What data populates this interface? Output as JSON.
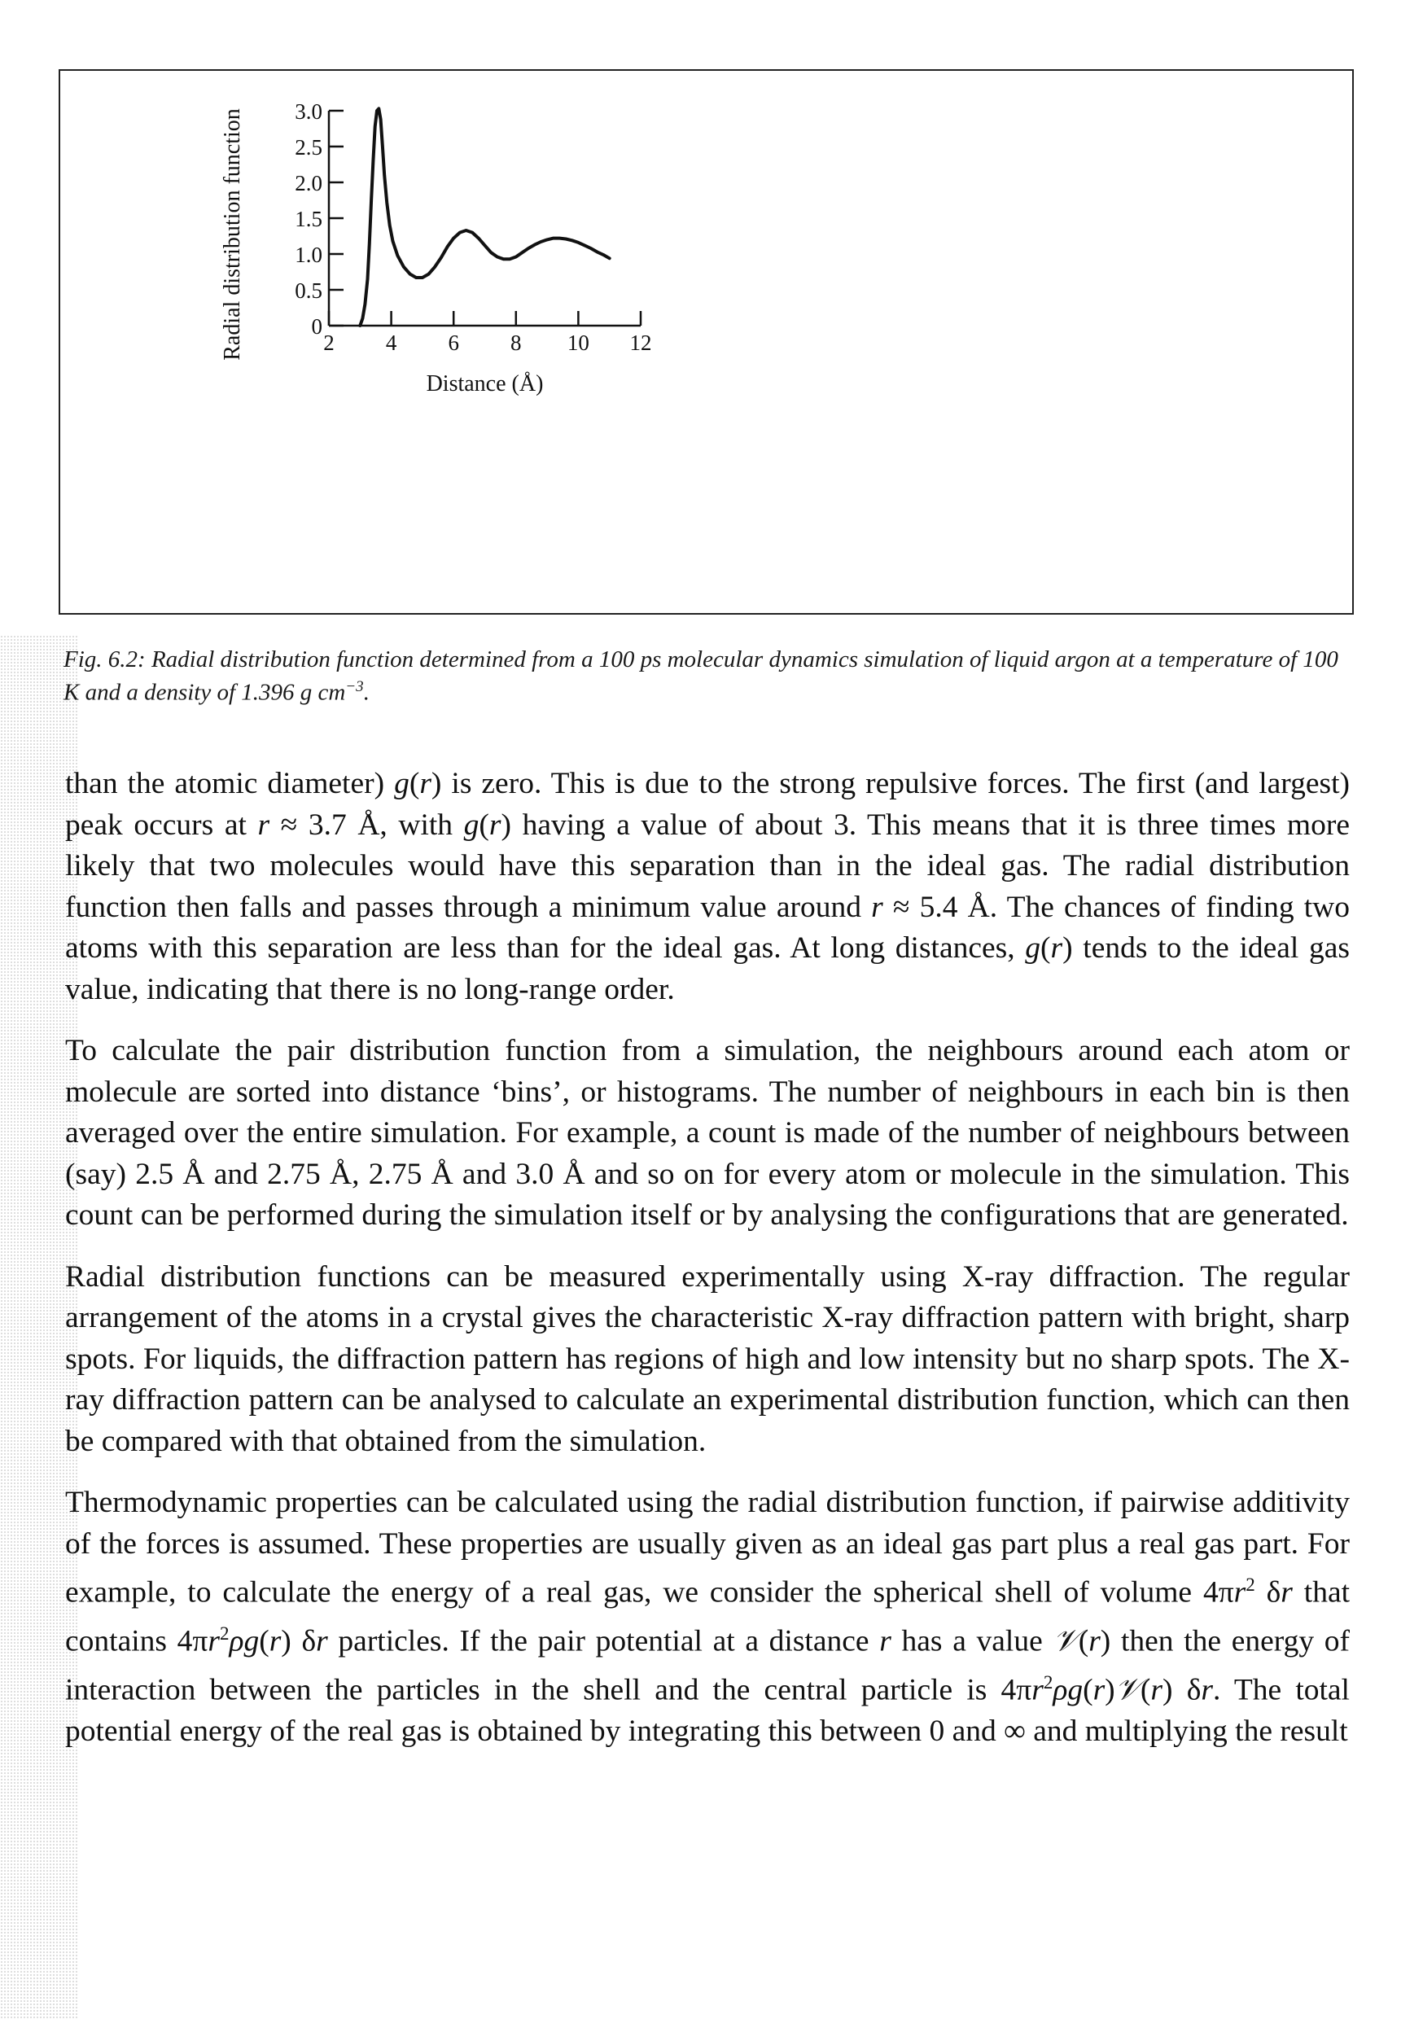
{
  "figure": {
    "caption_prefix": "Fig. 6.2:",
    "caption_body": "Radial distribution function determined from a 100 ps molecular dynamics simulation of liquid argon at a temperature of 100 K and a density of 1.396 g cm",
    "caption_sup": "−3",
    "caption_end": ".",
    "chart_data": {
      "type": "line",
      "xlabel": "Distance (Å)",
      "ylabel": "Radial distribution function",
      "xlim": [
        2,
        12
      ],
      "ylim": [
        0,
        3.0
      ],
      "x_ticks": [
        2,
        4,
        6,
        8,
        10,
        12
      ],
      "x_tick_labels": [
        "2",
        "4",
        "6",
        "8",
        "10",
        "12"
      ],
      "y_ticks": [
        0,
        0.5,
        1.0,
        1.5,
        2.0,
        2.5,
        3.0
      ],
      "y_tick_labels": [
        "0",
        "0.5",
        "1.0",
        "1.5",
        "2.0",
        "2.5",
        "3.0"
      ],
      "grid": false,
      "series": [
        {
          "x": [
            3.0,
            3.08,
            3.16,
            3.24,
            3.3,
            3.36,
            3.42,
            3.48,
            3.54,
            3.6,
            3.66,
            3.72,
            3.78,
            3.86,
            3.95,
            4.05,
            4.2,
            4.4,
            4.6,
            4.8,
            5.0,
            5.2,
            5.4,
            5.6,
            5.8,
            6.0,
            6.2,
            6.4,
            6.6,
            6.8,
            7.0,
            7.2,
            7.4,
            7.6,
            7.8,
            8.0,
            8.2,
            8.4,
            8.6,
            8.8,
            9.0,
            9.2,
            9.4,
            9.6,
            9.8,
            10.0,
            10.2,
            10.4,
            10.6,
            10.8,
            11.0,
            11.2,
            11.4,
            11.6,
            11.8,
            12.0
          ],
          "y": [
            0.0,
            0.1,
            0.3,
            0.65,
            1.15,
            1.75,
            2.3,
            2.78,
            3.0,
            3.03,
            2.88,
            2.5,
            2.1,
            1.72,
            1.4,
            1.18,
            0.98,
            0.82,
            0.72,
            0.67,
            0.67,
            0.72,
            0.82,
            0.95,
            1.1,
            1.22,
            1.3,
            1.33,
            1.3,
            1.22,
            1.12,
            1.02,
            0.96,
            0.93,
            0.93,
            0.96,
            1.02,
            1.08,
            1.13,
            1.17,
            1.2,
            1.22,
            1.22,
            1.21,
            1.19,
            1.16,
            1.12,
            1.08,
            1.03,
            0.99,
            0.94
          ]
        }
      ]
    }
  },
  "paragraphs": [
    {
      "segments": [
        {
          "t": "than the atomic diameter) "
        },
        {
          "t": "g",
          "i": true
        },
        {
          "t": "("
        },
        {
          "t": "r",
          "i": true
        },
        {
          "t": ") is zero. This is due to the strong repulsive forces. The first (and largest) peak occurs at "
        },
        {
          "t": "r",
          "i": true
        },
        {
          "t": " ≈ 3.7 Å, with "
        },
        {
          "t": "g",
          "i": true
        },
        {
          "t": "("
        },
        {
          "t": "r",
          "i": true
        },
        {
          "t": ") having a value of about 3. This means that it is three times more likely that two molecules would have this separation than in the ideal gas. The radial distribution function then falls and passes through a minimum value around "
        },
        {
          "t": "r",
          "i": true
        },
        {
          "t": " ≈ 5.4 Å. The chances of finding two atoms with this separation are less than for the ideal gas. At long distances, "
        },
        {
          "t": "g",
          "i": true
        },
        {
          "t": "("
        },
        {
          "t": "r",
          "i": true
        },
        {
          "t": ") tends to the ideal gas value, indicating that there is no long-range order."
        }
      ]
    },
    {
      "segments": [
        {
          "t": "To calculate the pair distribution function from a simulation, the neighbours around each atom or molecule are sorted into distance ‘bins’, or histograms. The number of neighbours in each bin is then averaged over the entire simulation. For example, a count is made of the number of neighbours between (say) 2.5 Å and 2.75 Å, 2.75 Å and 3.0 Å and so on for every atom or molecule in the simulation. This count can be performed during the simulation itself or by analysing the configurations that are generated."
        }
      ]
    },
    {
      "segments": [
        {
          "t": "Radial distribution functions can be measured experimentally using X-ray diffraction. The regular arrangement of the atoms in a crystal gives the characteristic X-ray diffraction pattern with bright, sharp spots. For liquids, the diffraction pattern has regions of high and low intensity but no sharp spots. The X-ray diffraction pattern can be analysed to calculate an experimental distribution function, which can then be compared with that obtained from the simulation."
        }
      ]
    },
    {
      "segments": [
        {
          "t": "Thermodynamic properties can be calculated using the radial distribution function, if pairwise additivity of the forces is assumed. These properties are usually given as an ideal gas part plus a real gas part. For example, to calculate the energy of a real gas, we consider the spherical shell of volume 4π"
        },
        {
          "t": "r",
          "i": true
        },
        {
          "t": "2",
          "sup": true
        },
        {
          "t": " δ"
        },
        {
          "t": "r",
          "i": true
        },
        {
          "t": " that contains 4π"
        },
        {
          "t": "r",
          "i": true
        },
        {
          "t": "2",
          "sup": true
        },
        {
          "t": "ρ",
          "i": true
        },
        {
          "t": "g",
          "i": true
        },
        {
          "t": "("
        },
        {
          "t": "r",
          "i": true
        },
        {
          "t": ") δ"
        },
        {
          "t": "r",
          "i": true
        },
        {
          "t": " particles. If the pair potential at a distance "
        },
        {
          "t": "r",
          "i": true
        },
        {
          "t": " has a value "
        },
        {
          "t": "𝒱",
          "i": true
        },
        {
          "t": "("
        },
        {
          "t": "r",
          "i": true
        },
        {
          "t": ") then the energy of interaction between the particles in the shell and the central particle is 4π"
        },
        {
          "t": "r",
          "i": true
        },
        {
          "t": "2",
          "sup": true
        },
        {
          "t": "ρ",
          "i": true
        },
        {
          "t": "g",
          "i": true
        },
        {
          "t": "("
        },
        {
          "t": "r",
          "i": true
        },
        {
          "t": ")"
        },
        {
          "t": "𝒱",
          "i": true
        },
        {
          "t": "("
        },
        {
          "t": "r",
          "i": true
        },
        {
          "t": ") δ"
        },
        {
          "t": "r",
          "i": true
        },
        {
          "t": ". The total potential energy of the real gas is obtained by integrating this between 0 and ∞ and multiplying the result"
        }
      ]
    }
  ]
}
